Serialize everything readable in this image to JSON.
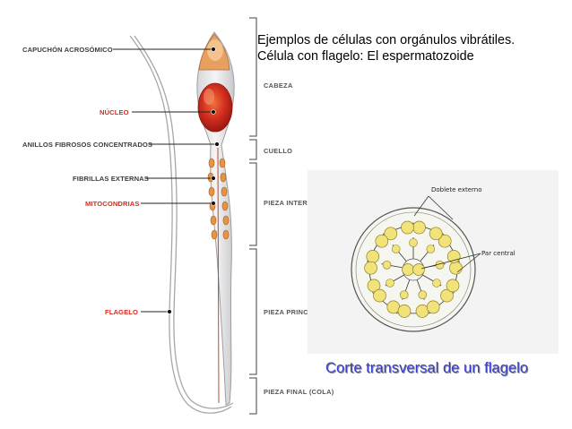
{
  "text": {
    "line1": "Ejemplos de células con orgánulos vibrátiles.",
    "line2": "Célula con flagelo: El espermatozoide",
    "caption": "Corte transversal de un flagelo"
  },
  "labels": {
    "capuchon": "CAPUCHÓN ACROSÓMICO",
    "nucleo": "NÚCLEO",
    "anillos": "ANILLOS FIBROSOS CONCENTRADOS",
    "fibrillas": "FIBRILLAS EXTERNAS",
    "mitocondrias": "MITOCONDRIAS",
    "flagelo": "FLAGELO"
  },
  "segments": {
    "cabeza": "CABEZA",
    "cuello": "CUELLO",
    "pieza_inter": "PIEZA INTER",
    "pieza_princ": "PIEZA PRINC",
    "pieza_final": "PIEZA FINAL (COLA)"
  },
  "cross_section": {
    "doblete": "Doblete externo",
    "par_central": "Par central"
  },
  "colors": {
    "label_red": "#d92a1f",
    "label_dark": "#3c3c3c",
    "caption_blue": "#3a3fcf",
    "nucleus": "#c8261c",
    "acrosome": "#e8a060",
    "microtubule": "#f2e27a"
  }
}
